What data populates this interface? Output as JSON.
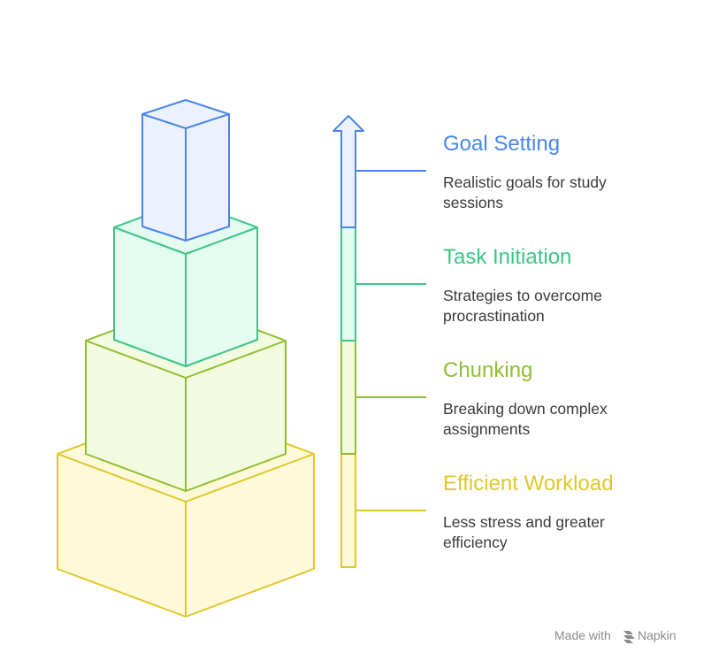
{
  "diagram": {
    "levels": [
      {
        "title": "Goal Setting",
        "desc_lines": [
          "Realistic goals for study",
          "sessions"
        ],
        "stroke": "#4a86e8",
        "fill": "#ecf2fd"
      },
      {
        "title": "Task Initiation",
        "desc_lines": [
          "Strategies to overcome",
          "procrastination"
        ],
        "stroke": "#3ec487",
        "fill": "#e3fbf0"
      },
      {
        "title": "Chunking",
        "desc_lines": [
          "Breaking down complex",
          "assignments"
        ],
        "stroke": "#8fbf2e",
        "fill": "#f2fbe0"
      },
      {
        "title": "Efficient Workload",
        "desc_lines": [
          "Less stress and greater",
          "efficiency"
        ],
        "stroke": "#e0c72a",
        "fill": "#fefad9"
      }
    ]
  },
  "footer": {
    "text": "Made with",
    "brand": "Napkin"
  }
}
